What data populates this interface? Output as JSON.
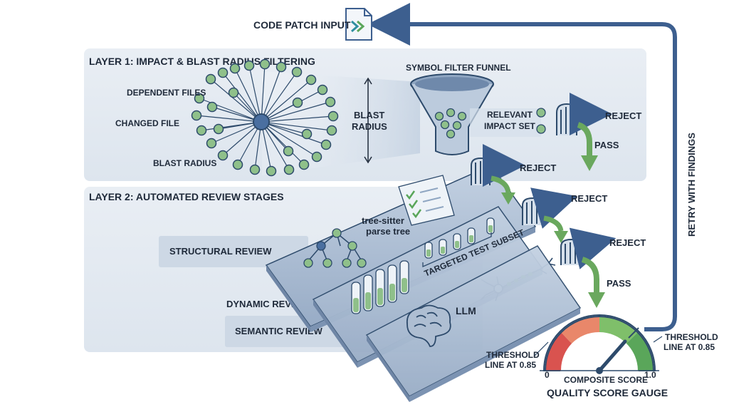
{
  "input": {
    "label": "CODE PATCH INPUT"
  },
  "retry": {
    "label": "RETRY WITH FINDINGS"
  },
  "layer1": {
    "title": "LAYER 1: IMPACT & BLAST RADIUS FILTERING",
    "dependent_files": "DEPENDENT FILES",
    "changed_file": "CHANGED FILE",
    "blast_radius": "BLAST RADIUS",
    "blast_radius_span_line1": "BLAST",
    "blast_radius_span_line2": "RADIUS",
    "funnel_title": "SYMBOL FILTER FUNNEL",
    "impact_set_line1": "RELEVANT",
    "impact_set_line2": "IMPACT SET",
    "reject": "REJECT",
    "pass": "PASS"
  },
  "layer2": {
    "title": "LAYER 2: AUTOMATED REVIEW STAGES",
    "structural": "STRUCTURAL REVIEW",
    "dynamic": "DYNAMIC REVIEW",
    "semantic": "SEMANTIC REVIEW",
    "parse_tree_line1": "tree-sitter",
    "parse_tree_line2": "parse tree",
    "test_subset": "TARGETED TEST SUBSET",
    "llm": "LLM",
    "reject_1": "REJECT",
    "reject_2": "REJECT",
    "reject_3": "REJECT",
    "pass": "PASS"
  },
  "gauge": {
    "title": "QUALITY SCORE GAUGE",
    "composite": "COMPOSITE SCORE",
    "min": "0",
    "max": "1.0",
    "threshold_left_line1": "THRESHOLD",
    "threshold_left_line2": "LINE AT 0.85",
    "threshold_right_line1": "THRESHOLD",
    "threshold_right_line2": "LINE AT 0.85",
    "colors": [
      "#d9534f",
      "#e9876a",
      "#7fbf6a",
      "#5aa65a"
    ]
  }
}
